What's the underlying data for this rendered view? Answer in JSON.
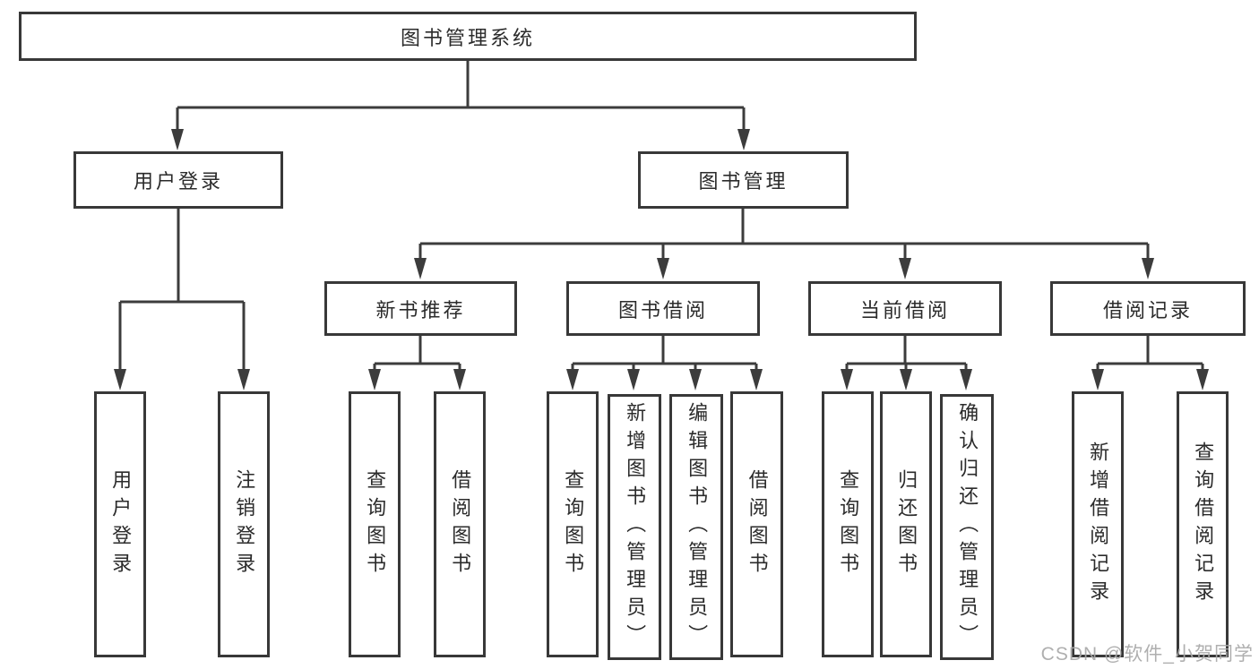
{
  "root": {
    "label": "图书管理系统"
  },
  "level2": [
    {
      "label": "用户登录"
    },
    {
      "label": "图书管理"
    }
  ],
  "level3": [
    {
      "label": "新书推荐"
    },
    {
      "label": "图书借阅"
    },
    {
      "label": "当前借阅"
    },
    {
      "label": "借阅记录"
    }
  ],
  "level4": {
    "user_login": [
      {
        "label": "用户登录"
      },
      {
        "label": "注销登录"
      }
    ],
    "new_book_recommend": [
      {
        "label": "查询图书"
      },
      {
        "label": "借阅图书"
      }
    ],
    "book_borrow": [
      {
        "label": "查询图书"
      },
      {
        "label": "新增图书（管理员）"
      },
      {
        "label": "编辑图书（管理员）"
      },
      {
        "label": "借阅图书"
      }
    ],
    "current_borrow": [
      {
        "label": "查询图书"
      },
      {
        "label": "归还图书"
      },
      {
        "label": "确认归还（管理员）"
      }
    ],
    "borrow_records": [
      {
        "label": "新增借阅记录"
      },
      {
        "label": "查询借阅记录"
      }
    ]
  },
  "watermark": {
    "text": "CSDN @软件_小贺同学"
  },
  "colors": {
    "line": "#3c3c3c",
    "border": "#383838",
    "text": "#2b2b2b",
    "watermark": "#a9a9a9",
    "background": "#ffffff"
  }
}
